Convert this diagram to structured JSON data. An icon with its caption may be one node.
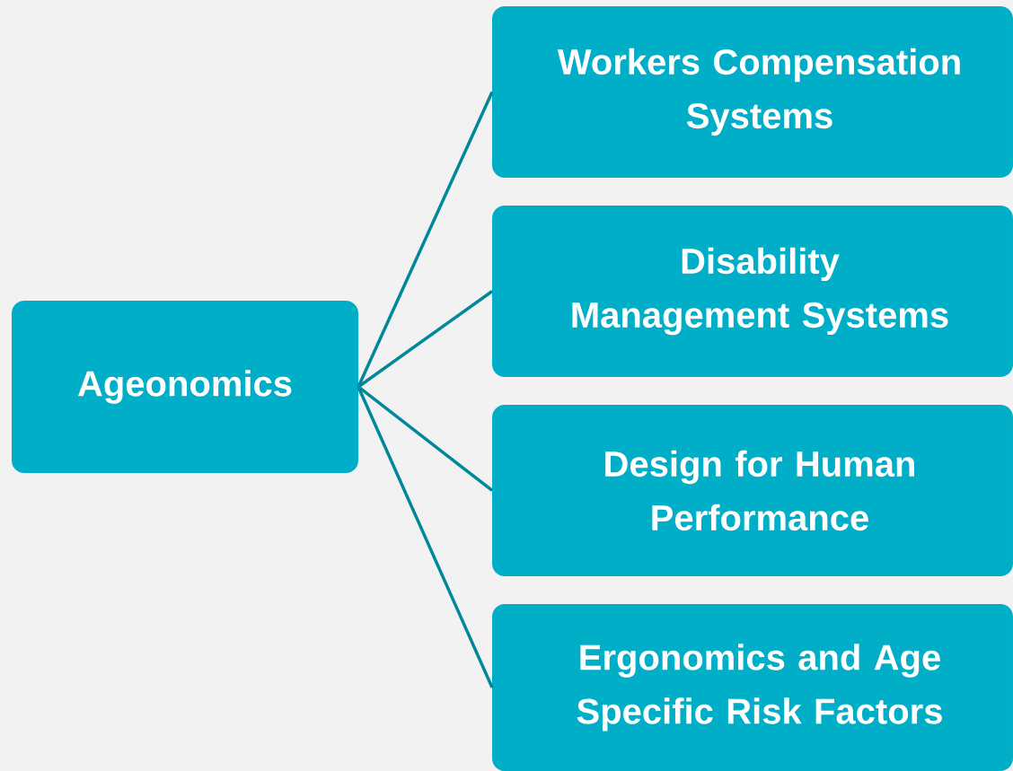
{
  "diagram": {
    "nodes": [
      {
        "text": [
          "Ageonomics"
        ]
      },
      {
        "text": [
          "Workers Compensation Systems"
        ]
      },
      {
        "text": [
          "Disability Management Systems"
        ]
      },
      {
        "text": [
          "Design for Human Performance"
        ]
      },
      {
        "text": [
          "Ergonomics and Age Specific Risk Factors"
        ]
      }
    ],
    "edges": [
      {
        "from": 0,
        "to": 1,
        "arrow": "none"
      },
      {
        "from": 0,
        "to": 2,
        "arrow": "none"
      },
      {
        "from": 0,
        "to": 3,
        "arrow": "none"
      },
      {
        "from": 0,
        "to": 4,
        "arrow": "none"
      }
    ]
  }
}
